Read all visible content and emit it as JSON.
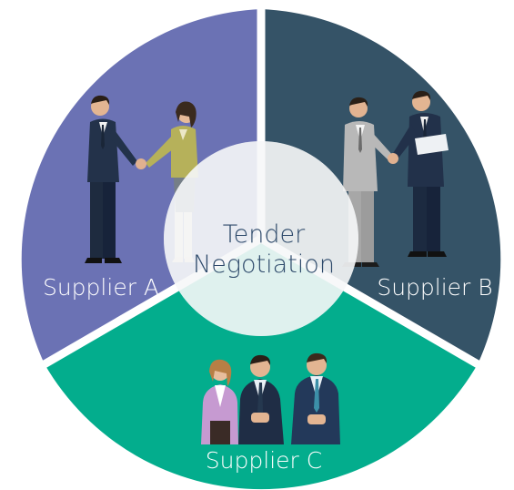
{
  "center": {
    "line1": "Tender",
    "line2": "Negotiation"
  },
  "segments": [
    {
      "label": "Supplier A",
      "color": "#6b72b4"
    },
    {
      "label": "Supplier B",
      "color": "#355367"
    },
    {
      "label": "Supplier C",
      "color": "#03ad8d"
    }
  ],
  "colors": {
    "center_fill": "#e7ebee",
    "center_text": "#2e4a6b",
    "label_text": "#ffffff",
    "divider": "#ffffff"
  },
  "illustrations": [
    "handshake-illustration-a",
    "handshake-illustration-b",
    "business-team-illustration-c"
  ]
}
